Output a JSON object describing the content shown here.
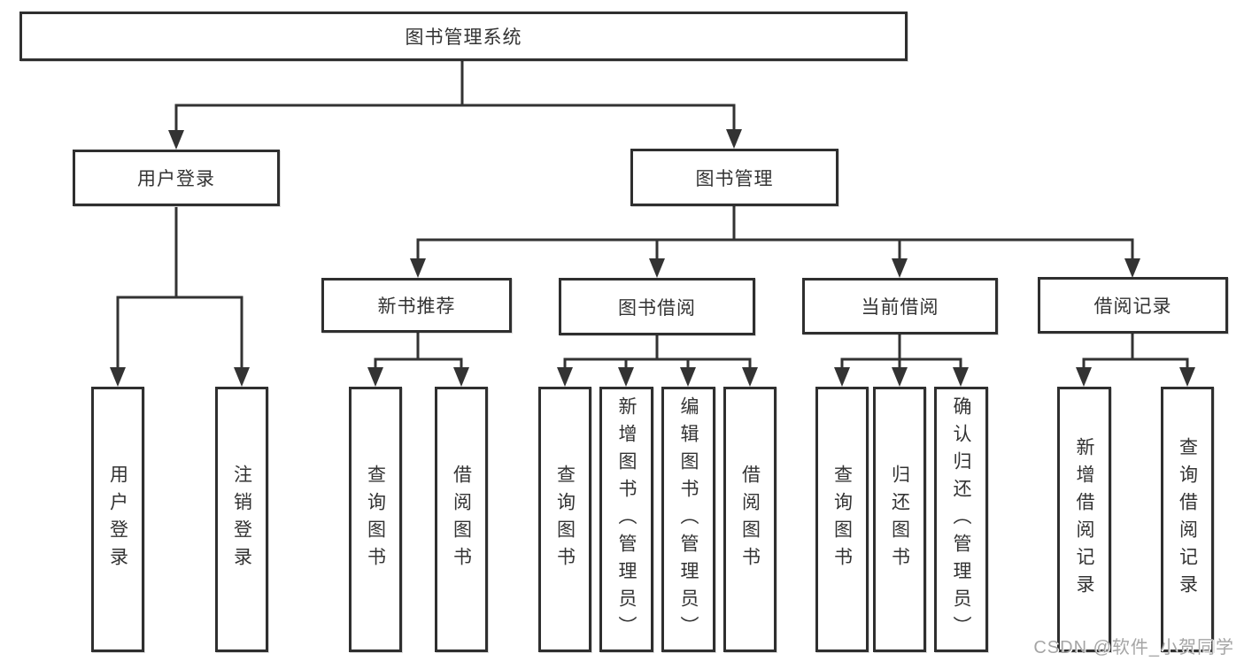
{
  "tree": {
    "label": "图书管理系统",
    "children": [
      {
        "label": "用户登录",
        "children": [
          {
            "label": "用户登录"
          },
          {
            "label": "注销登录"
          }
        ]
      },
      {
        "label": "图书管理",
        "children": [
          {
            "label": "新书推荐",
            "children": [
              {
                "label": "查询图书"
              },
              {
                "label": "借阅图书"
              }
            ]
          },
          {
            "label": "图书借阅",
            "children": [
              {
                "label": "查询图书"
              },
              {
                "label": "新增图书（管理员）"
              },
              {
                "label": "编辑图书（管理员）"
              },
              {
                "label": "借阅图书"
              }
            ]
          },
          {
            "label": "当前借阅",
            "children": [
              {
                "label": "查询图书"
              },
              {
                "label": "归还图书"
              },
              {
                "label": "确认归还（管理员）"
              }
            ]
          },
          {
            "label": "借阅记录",
            "children": [
              {
                "label": "新增借阅记录"
              },
              {
                "label": "查询借阅记录"
              }
            ]
          }
        ]
      }
    ]
  },
  "watermark": {
    "text": "CSDN @软件_小贺同学"
  },
  "colors": {
    "line": "#333333",
    "box_border": "#2f2f2f",
    "box_background": "#ffffff",
    "text": "#333333",
    "watermark": "#a5a5a5"
  }
}
